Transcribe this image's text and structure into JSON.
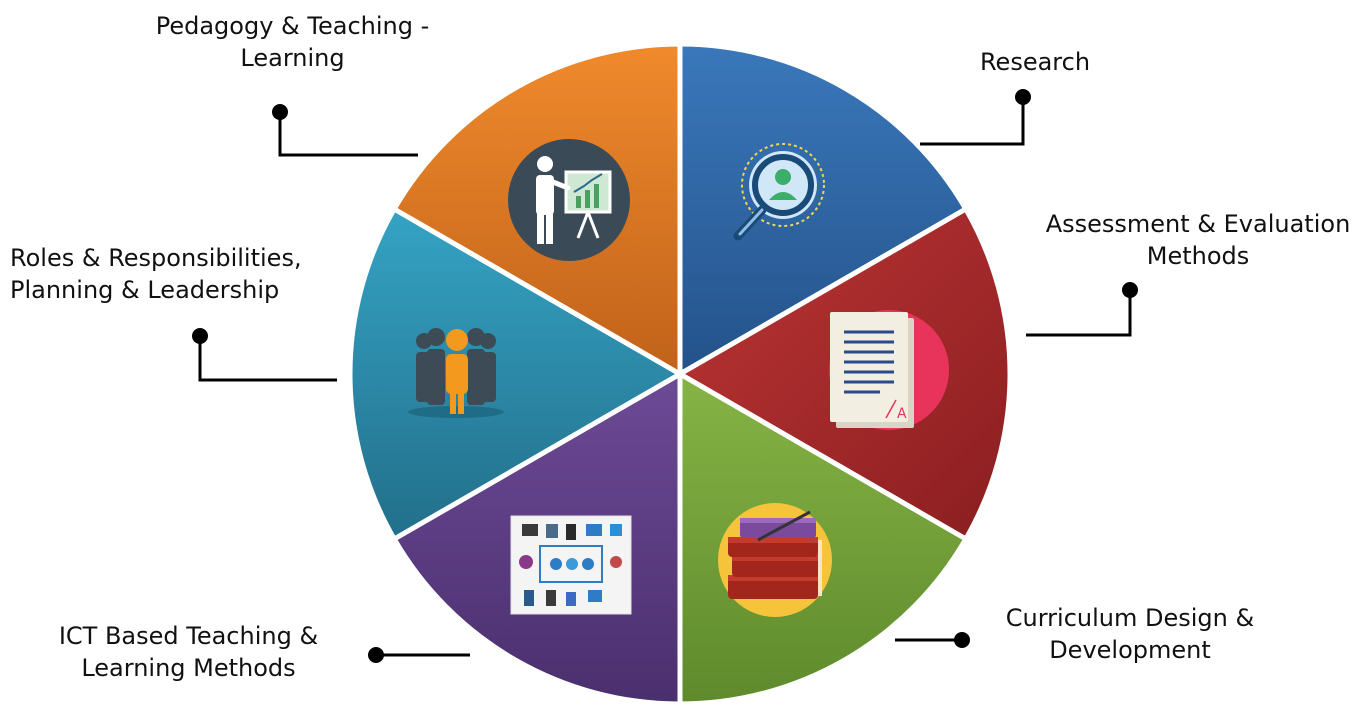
{
  "segments": [
    {
      "id": "research",
      "lines": [
        "Research"
      ],
      "color": "#2f6aa8",
      "icon": "magnifier-user-icon"
    },
    {
      "id": "assessment",
      "lines": [
        "Assessment & Evaluation",
        "Methods"
      ],
      "color": "#a92a2a",
      "icon": "graded-document-icon"
    },
    {
      "id": "curriculum",
      "lines": [
        "Curriculum Design &",
        "Development"
      ],
      "color": "#74a23a",
      "icon": "stacked-books-icon"
    },
    {
      "id": "ict",
      "lines": [
        "ICT Based Teaching &",
        "Learning Methods"
      ],
      "color": "#5f3f86",
      "icon": "network-devices-icon"
    },
    {
      "id": "roles",
      "lines": [
        "Roles & Responsibilities,",
        "Planning & Leadership"
      ],
      "color": "#2b8fae",
      "icon": "team-leader-icon"
    },
    {
      "id": "pedagogy",
      "lines": [
        "Pedagogy & Teaching -",
        "Learning"
      ],
      "color": "#e07a22",
      "icon": "presenter-chart-icon"
    }
  ]
}
